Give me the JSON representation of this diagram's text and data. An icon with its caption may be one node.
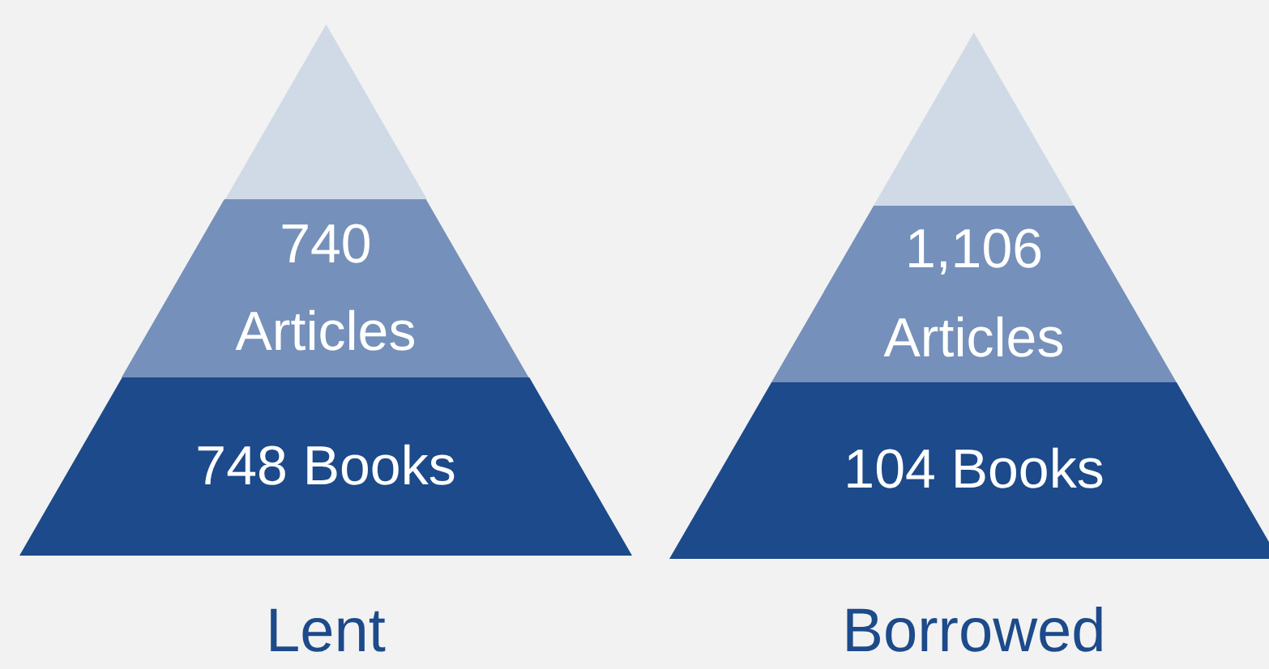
{
  "diagram": {
    "nodes": [
      {
        "text": [],
        "shape": "triangle"
      },
      {
        "text": [
          "740 Articles"
        ]
      },
      {
        "text": [
          "748 Books"
        ]
      },
      {
        "text": [],
        "shape": "triangle"
      },
      {
        "text": [
          "1,106 Articles"
        ]
      },
      {
        "text": [
          "104 Books"
        ]
      }
    ],
    "labels": [
      "Lent",
      "Borrowed"
    ]
  }
}
